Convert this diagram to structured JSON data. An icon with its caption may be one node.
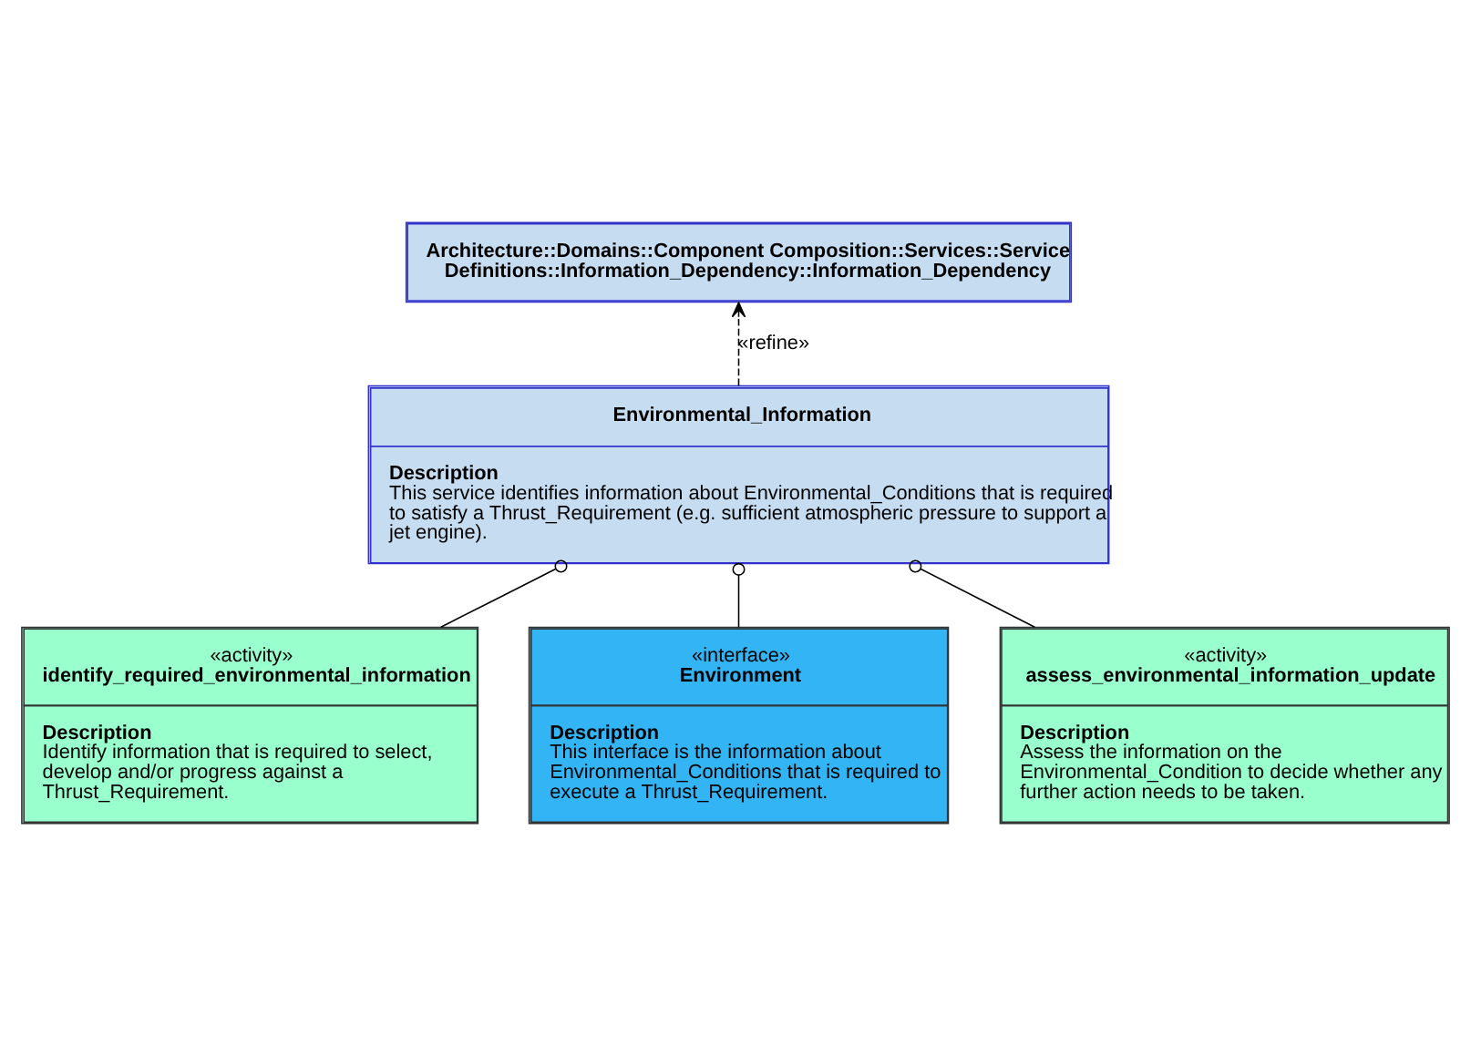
{
  "diagram": {
    "nodes": [
      {
        "text": [
          "Architecture::Domains::Component Composition::Services::Service Definitions::Information_Dependency::Information_Dependency"
        ]
      },
      {
        "text": [
          "Environmental_Information",
          "Description",
          "This service identifies information about Environmental_Conditions that is required to satisfy a Thrust_Requirement (e.g. sufficient atmospheric pressure to support a jet engine)."
        ]
      },
      {
        "text": [
          "«activity»",
          "identify_required_environmental_information",
          "Description",
          "Identify information that is required to select, develop and/or progress against a Thrust_Requirement."
        ]
      },
      {
        "text": [
          "«interface»",
          "Environment",
          "Description",
          "This interface is the information about Environmental_Conditions that is required to execute a Thrust_Requirement."
        ]
      },
      {
        "text": [
          "«activity»",
          "assess_environmental_information_update",
          "Description",
          "Assess the information on the Environmental_Condition to decide whether any further action needs to be taken."
        ]
      }
    ],
    "edges": [
      {
        "from": 1,
        "to": 0,
        "arrow": "to",
        "label": "«refine»",
        "style": "dashed"
      },
      {
        "from": 2,
        "to": 1,
        "arrow": "other"
      },
      {
        "from": 3,
        "to": 1,
        "arrow": "other"
      },
      {
        "from": 4,
        "to": 1,
        "arrow": "other"
      }
    ]
  }
}
